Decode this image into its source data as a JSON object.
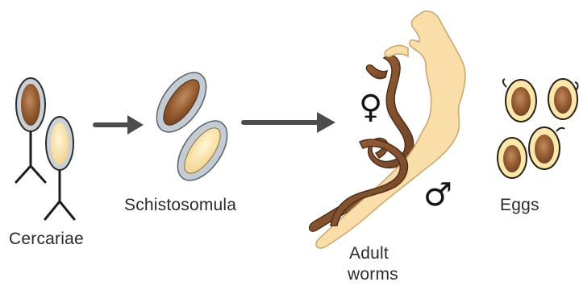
{
  "labels": {
    "cercariae": "Cercariae",
    "schistosomula": "Schistosomula",
    "adult_line1": "Adult",
    "adult_line2": "worms",
    "eggs": "Eggs"
  },
  "symbols": {
    "female": "♀",
    "male": "♂"
  },
  "colors": {
    "brown": "#8a5230",
    "light_brown": "#b98a5c",
    "cream": "#fbe7a9",
    "yellow_body": "#f7dc9a",
    "gray_rim": "#c4ccd3",
    "arrow": "#4c4c4c",
    "outline": "#3e2e1e"
  }
}
